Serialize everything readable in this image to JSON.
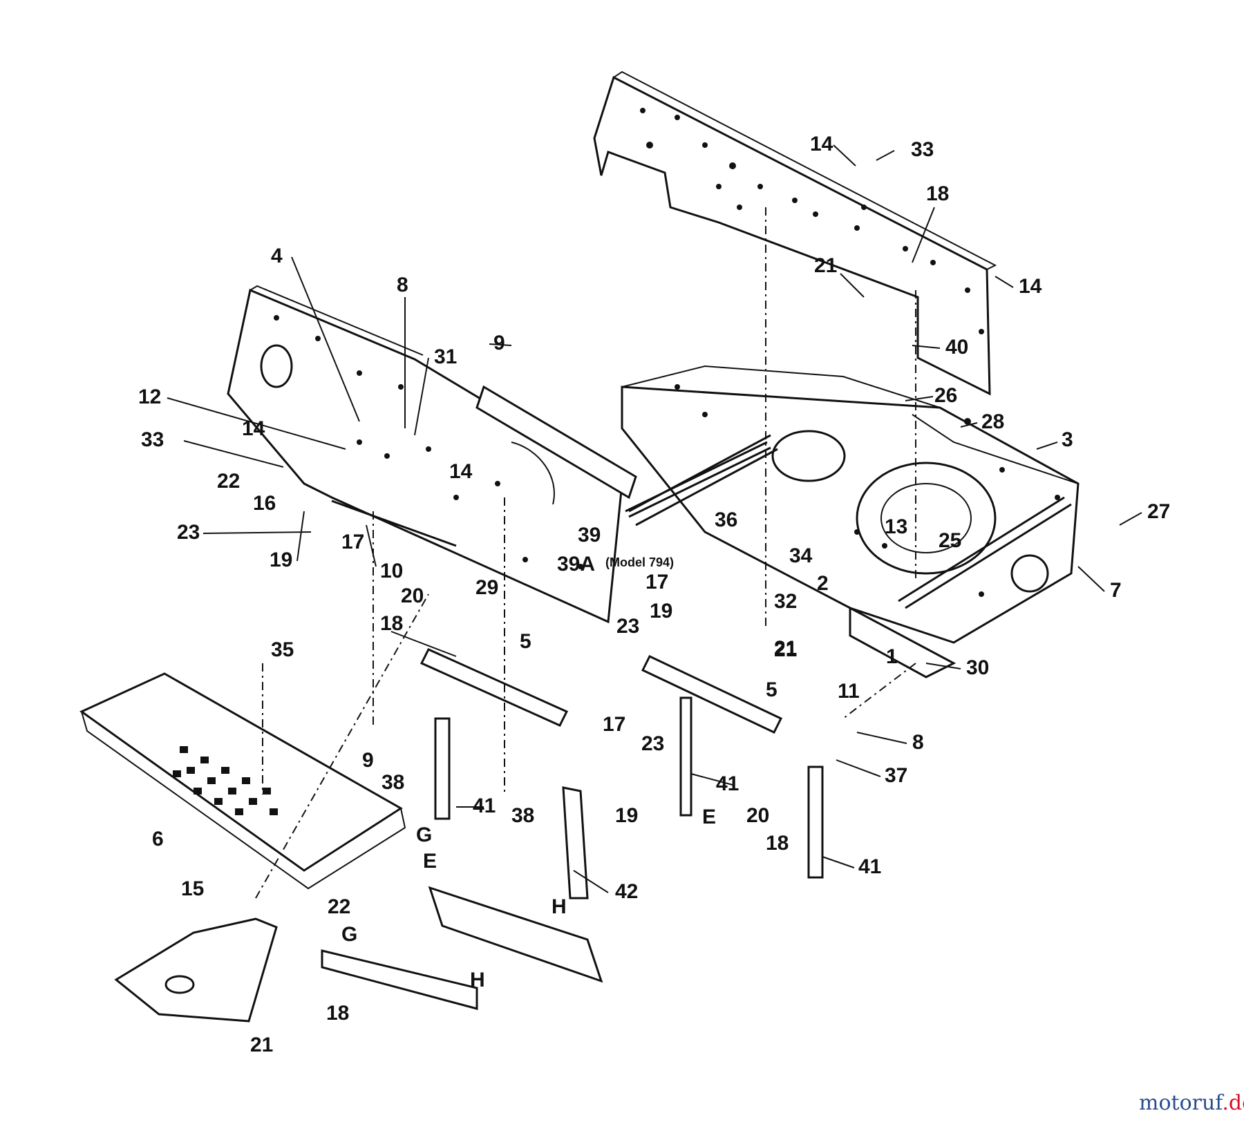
{
  "labels": [
    {
      "id": "lbl-14a",
      "text": "14"
    },
    {
      "id": "lbl-33a",
      "text": "33"
    },
    {
      "id": "lbl-18a",
      "text": "18"
    },
    {
      "id": "lbl-14b",
      "text": "14"
    },
    {
      "id": "lbl-21a",
      "text": "21"
    },
    {
      "id": "lbl-40",
      "text": "40"
    },
    {
      "id": "lbl-26",
      "text": "26"
    },
    {
      "id": "lbl-28",
      "text": "28"
    },
    {
      "id": "lbl-3",
      "text": "3"
    },
    {
      "id": "lbl-27",
      "text": "27"
    },
    {
      "id": "lbl-7",
      "text": "7"
    },
    {
      "id": "lbl-13",
      "text": "13"
    },
    {
      "id": "lbl-25",
      "text": "25"
    },
    {
      "id": "lbl-36",
      "text": "36"
    },
    {
      "id": "lbl-34",
      "text": "34"
    },
    {
      "id": "lbl-2",
      "text": "2"
    },
    {
      "id": "lbl-32",
      "text": "32"
    },
    {
      "id": "lbl-1",
      "text": "1"
    },
    {
      "id": "lbl-30",
      "text": "30"
    },
    {
      "id": "lbl-11",
      "text": "11"
    },
    {
      "id": "lbl-21b",
      "text": "21"
    },
    {
      "id": "lbl-4",
      "text": "4"
    },
    {
      "id": "lbl-8a",
      "text": "8"
    },
    {
      "id": "lbl-31",
      "text": "31"
    },
    {
      "id": "lbl-9a",
      "text": "9"
    },
    {
      "id": "lbl-12",
      "text": "12"
    },
    {
      "id": "lbl-14c",
      "text": "14"
    },
    {
      "id": "lbl-33b",
      "text": "33"
    },
    {
      "id": "lbl-22a",
      "text": "22"
    },
    {
      "id": "lbl-16",
      "text": "16"
    },
    {
      "id": "lbl-23a",
      "text": "23"
    },
    {
      "id": "lbl-17a",
      "text": "17"
    },
    {
      "id": "lbl-19a",
      "text": "19"
    },
    {
      "id": "lbl-10",
      "text": "10"
    },
    {
      "id": "lbl-14d",
      "text": "14"
    },
    {
      "id": "lbl-39",
      "text": "39"
    },
    {
      "id": "lbl-39a",
      "text": "39A"
    },
    {
      "id": "lbl-29",
      "text": "29"
    },
    {
      "id": "lbl-20a",
      "text": "20"
    },
    {
      "id": "lbl-18b",
      "text": "18"
    },
    {
      "id": "lbl-5a",
      "text": "5"
    },
    {
      "id": "lbl-35",
      "text": "35"
    },
    {
      "id": "lbl-9b",
      "text": "9"
    },
    {
      "id": "lbl-38a",
      "text": "38"
    },
    {
      "id": "lbl-41a",
      "text": "41"
    },
    {
      "id": "lbl-G1",
      "text": "G"
    },
    {
      "id": "lbl-17b",
      "text": "17"
    },
    {
      "id": "lbl-23b",
      "text": "23"
    },
    {
      "id": "lbl-38b",
      "text": "38"
    },
    {
      "id": "lbl-19b",
      "text": "19"
    },
    {
      "id": "lbl-6",
      "text": "6"
    },
    {
      "id": "lbl-15",
      "text": "15"
    },
    {
      "id": "lbl-E1",
      "text": "E"
    },
    {
      "id": "lbl-42",
      "text": "42"
    },
    {
      "id": "lbl-H1",
      "text": "H"
    },
    {
      "id": "lbl-22b",
      "text": "22"
    },
    {
      "id": "lbl-G2",
      "text": "G"
    },
    {
      "id": "lbl-H2",
      "text": "H"
    },
    {
      "id": "lbl-18c",
      "text": "18"
    },
    {
      "id": "lbl-21c",
      "text": "21"
    },
    {
      "id": "lbl-17c",
      "text": "17"
    },
    {
      "id": "lbl-19c",
      "text": "19"
    },
    {
      "id": "lbl-23c",
      "text": "23"
    },
    {
      "id": "lbl-21d",
      "text": "21"
    },
    {
      "id": "lbl-5b",
      "text": "5"
    },
    {
      "id": "lbl-41b",
      "text": "41"
    },
    {
      "id": "lbl-E2",
      "text": "E"
    },
    {
      "id": "lbl-8b",
      "text": "8"
    },
    {
      "id": "lbl-37",
      "text": "37"
    },
    {
      "id": "lbl-20b",
      "text": "20"
    },
    {
      "id": "lbl-18d",
      "text": "18"
    },
    {
      "id": "lbl-41c",
      "text": "41"
    }
  ],
  "model_note": "(Model 794)",
  "watermark": {
    "part1": "motoruf",
    "part2": ".de"
  }
}
